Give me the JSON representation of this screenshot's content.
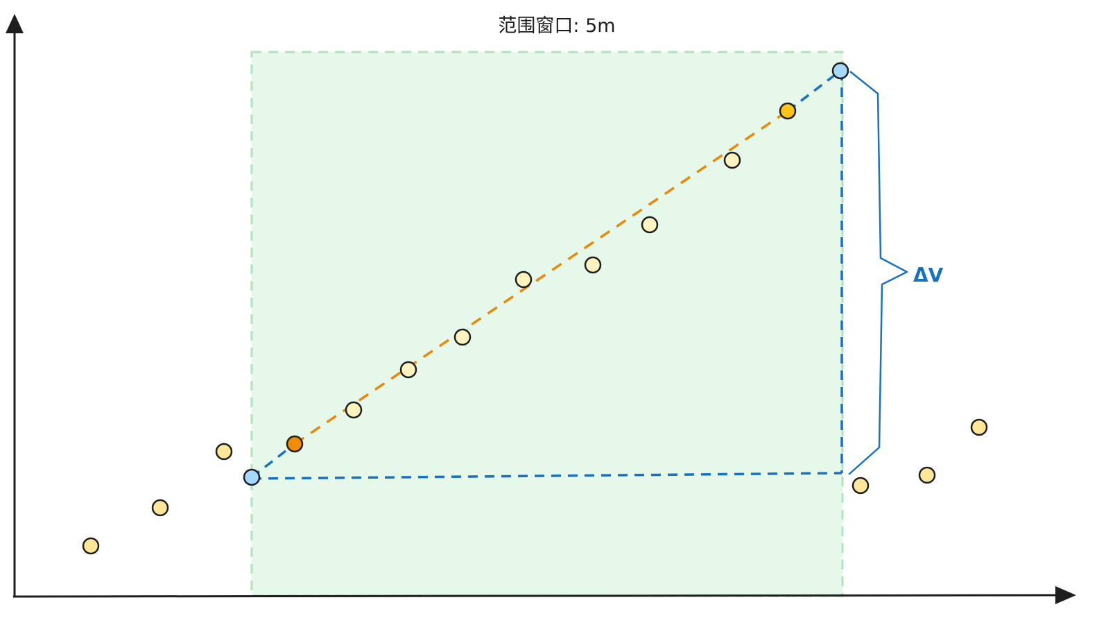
{
  "title": "范围窗口: 5m",
  "delta_label": "ΔV",
  "colors": {
    "axis": "#1e1e1e",
    "window_fill": "#e6f8e9",
    "window_border": "#b2e2bd",
    "blue": "#1971c2",
    "orange": "#e8890c",
    "point_light": "#fff3bf",
    "point_yellow": "#ffe799",
    "point_gold": "#fcc419",
    "point_orange": "#f08c00",
    "point_endpoint": "#a5d8ff"
  },
  "points": {
    "outside": [
      {
        "name": "point-outside-1",
        "style": "yellow"
      },
      {
        "name": "point-outside-2",
        "style": "yellow"
      },
      {
        "name": "point-outside-3",
        "style": "yellow"
      },
      {
        "name": "point-outside-4",
        "style": "yellow"
      },
      {
        "name": "point-outside-5",
        "style": "yellow"
      },
      {
        "name": "point-outside-6",
        "style": "yellow"
      }
    ],
    "inside": [
      {
        "name": "point-window-start",
        "style": "endpoint"
      },
      {
        "name": "point-window-first",
        "style": "orange"
      },
      {
        "name": "point-window-3",
        "style": "light"
      },
      {
        "name": "point-window-4",
        "style": "light"
      },
      {
        "name": "point-window-5",
        "style": "light"
      },
      {
        "name": "point-window-6",
        "style": "light"
      },
      {
        "name": "point-window-7",
        "style": "light"
      },
      {
        "name": "point-window-8",
        "style": "light"
      },
      {
        "name": "point-window-9",
        "style": "light"
      },
      {
        "name": "point-window-last",
        "style": "gold"
      },
      {
        "name": "point-window-end",
        "style": "endpoint"
      }
    ]
  }
}
